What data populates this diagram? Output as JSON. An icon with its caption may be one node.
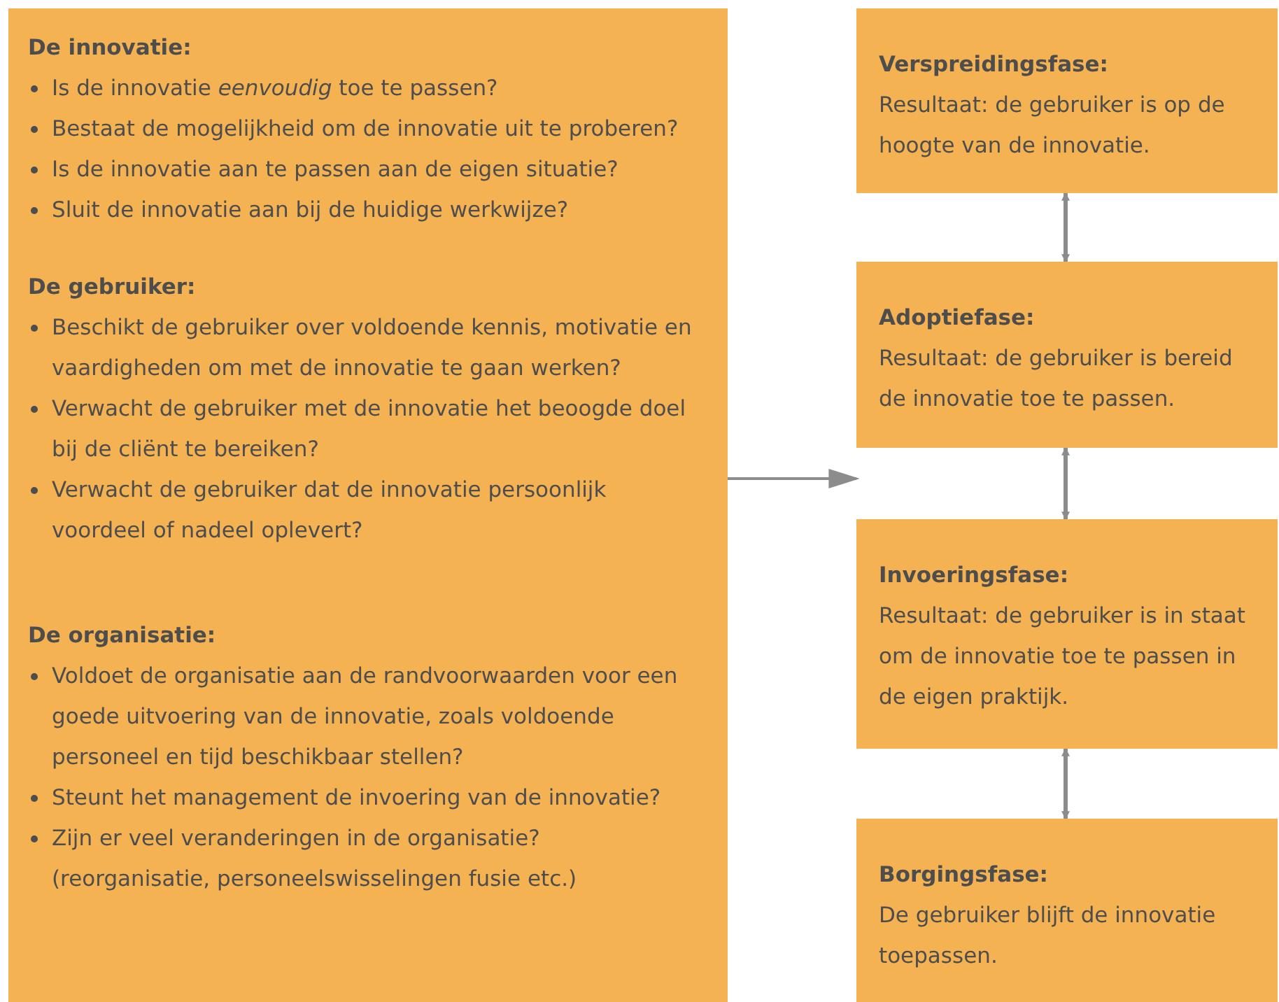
{
  "diagram": {
    "nodes": [
      {
        "text": [
          "De innovatie:",
          "Is de innovatie *eenvoudig* toe te passen?",
          "Bestaat de mogelijkheid om de innovatie uit te proberen?",
          "Is de innovatie aan te passen aan de eigen situatie?",
          "Sluit de innovatie aan bij de huidige werkwijze?",
          "De gebruiker:",
          "Beschikt de gebruiker over voldoende kennis, motivatie en vaardigheden om met de innovatie te gaan werken?",
          "Verwacht de gebruiker met de innovatie het beoogde doel bij de cliënt te bereiken?",
          "Verwacht de gebruiker dat de innovatie persoonlijk voordeel of nadeel oplevert?",
          "De organisatie:",
          "Voldoet de organisatie aan de randvoorwaarden voor een goede uitvoering van de innovatie, zoals voldoende personeel en tijd beschikbaar stellen?",
          "Steunt het management de invoering van de innovatie?",
          "Zijn er veel veranderingen in de organisatie? (reorganisatie, personeelswisselingen fusie etc.)"
        ]
      },
      {
        "text": [
          "Verspreidingsfase:",
          "Resultaat: de gebruiker is op de hoogte van de innovatie."
        ]
      },
      {
        "text": [
          "Adoptiefase:",
          "Resultaat: de gebruiker is bereid de innovatie toe te passen."
        ]
      },
      {
        "text": [
          "Invoeringsfase:",
          "Resultaat: de gebruiker is in staat om de innovatie toe te passen in de eigen praktijk."
        ]
      },
      {
        "text": [
          "Borgingsfase:",
          "De gebruiker blijft de innovatie toepassen."
        ]
      }
    ],
    "edges": [
      {
        "from": 0,
        "to": 2,
        "arrow": "to"
      },
      {
        "from": 1,
        "to": 2,
        "arrow": "both"
      },
      {
        "from": 2,
        "to": 3,
        "arrow": "both"
      },
      {
        "from": 3,
        "to": 4,
        "arrow": "both"
      }
    ]
  }
}
